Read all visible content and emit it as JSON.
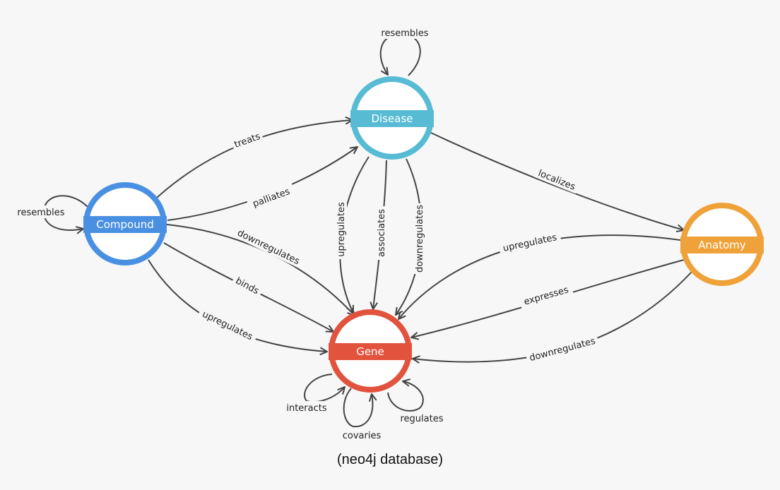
{
  "caption": "(neo4j database)",
  "colors": {
    "compound": "#4a90e2",
    "disease": "#57bbd4",
    "anatomy": "#f0a23a",
    "gene": "#e2533e",
    "edge": "#444444"
  },
  "nodes": {
    "compound": {
      "label": "Compound"
    },
    "disease": {
      "label": "Disease"
    },
    "anatomy": {
      "label": "Anatomy"
    },
    "gene": {
      "label": "Gene"
    }
  },
  "edges": {
    "disease_resembles": "resembles",
    "compound_resembles": "resembles",
    "compound_treats_disease": "treats",
    "compound_palliates_disease": "palliates",
    "disease_localizes_anatomy": "localizes",
    "disease_upregulates_gene": "upregulates",
    "disease_associates_gene": "associates",
    "disease_downregulates_gene": "downregulates",
    "compound_downregulates_gene": "downregulates",
    "compound_binds_gene": "binds",
    "compound_upregulates_gene": "upregulates",
    "anatomy_upregulates_gene": "upregulates",
    "anatomy_expresses_gene": "expresses",
    "anatomy_downregulates_gene": "downregulates",
    "gene_interacts": "interacts",
    "gene_covaries": "covaries",
    "gene_regulates": "regulates"
  }
}
